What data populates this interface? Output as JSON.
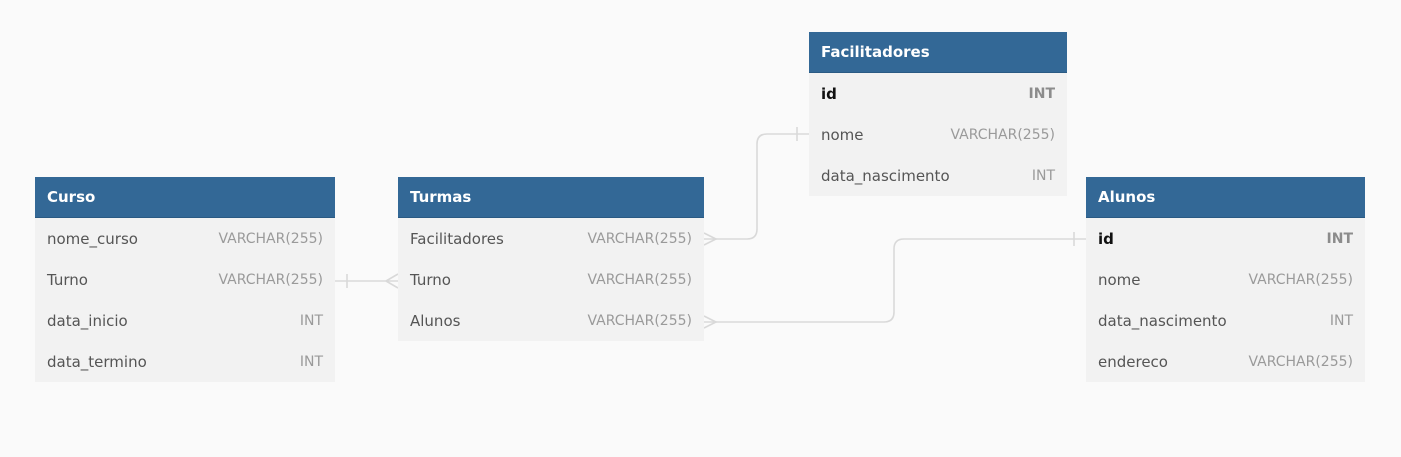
{
  "tables": {
    "curso": {
      "title": "Curso",
      "rows": [
        {
          "name": "nome_curso",
          "type": "VARCHAR(255)"
        },
        {
          "name": "Turno",
          "type": "VARCHAR(255)"
        },
        {
          "name": "data_inicio",
          "type": "INT"
        },
        {
          "name": "data_termino",
          "type": "INT"
        }
      ]
    },
    "turmas": {
      "title": "Turmas",
      "rows": [
        {
          "name": "Facilitadores",
          "type": "VARCHAR(255)"
        },
        {
          "name": "Turno",
          "type": "VARCHAR(255)"
        },
        {
          "name": "Alunos",
          "type": "VARCHAR(255)"
        }
      ]
    },
    "facilitadores": {
      "title": "Facilitadores",
      "rows": [
        {
          "name": "id",
          "type": "INT"
        },
        {
          "name": "nome",
          "type": "VARCHAR(255)"
        },
        {
          "name": "data_nascimento",
          "type": "INT"
        }
      ]
    },
    "alunos": {
      "title": "Alunos",
      "rows": [
        {
          "name": "id",
          "type": "INT"
        },
        {
          "name": "nome",
          "type": "VARCHAR(255)"
        },
        {
          "name": "data_nascimento",
          "type": "INT"
        },
        {
          "name": "endereco",
          "type": "VARCHAR(255)"
        }
      ]
    }
  },
  "colors": {
    "header_bg": "#336896",
    "header_text": "#ffffff",
    "row_bg": "#f2f2f2",
    "connector": "#dcdcdc"
  }
}
